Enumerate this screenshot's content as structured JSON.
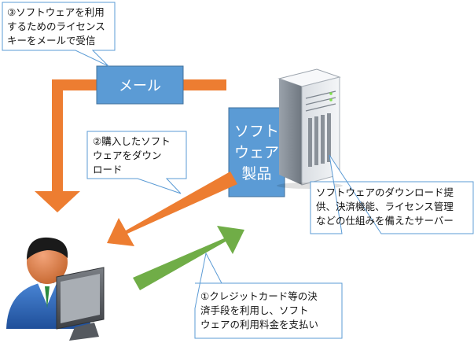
{
  "callouts": {
    "license_email": [
      "③ソフトウェアを利用",
      "するためのライセンス",
      "キーをメールで受信"
    ],
    "download": [
      "②購入したソフト",
      "ウェアをダウン",
      "ロード"
    ],
    "server_desc": [
      "ソフトウェアのダウンロード提",
      "供、決済機能、ライセンス管理",
      "などの仕組みを備えたサーバー"
    ],
    "payment": [
      "①クレジットカード等の決",
      "済手段を利用し、ソフト",
      "ウェアの利用料金を支払い"
    ]
  },
  "boxes": {
    "mail": "メール",
    "software_product": [
      "ソフト",
      "ウェア",
      "製品"
    ]
  },
  "colors": {
    "orange_arrow": "#ED7D31",
    "green_arrow": "#70AD47",
    "blue_box": "#5B9BD5",
    "callout_border": "#5B9BD5"
  },
  "icons": {
    "server": "server-tower-icon",
    "user": "user-at-computer-icon"
  }
}
